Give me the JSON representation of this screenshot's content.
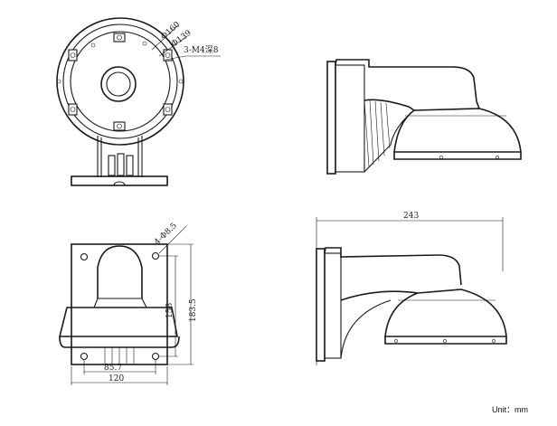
{
  "dimensions": {
    "outer_diameter": "Φ160",
    "inner_diameter": "Φ139",
    "screw_spec": "3-M4深8",
    "hole_spec": "4-Φ8.5",
    "hole_spacing_vertical": "158",
    "total_height": "183.5",
    "hole_spacing_horizontal": "85.7",
    "base_width": "120",
    "arm_length": "243"
  },
  "unit_label": "Unit：mm"
}
